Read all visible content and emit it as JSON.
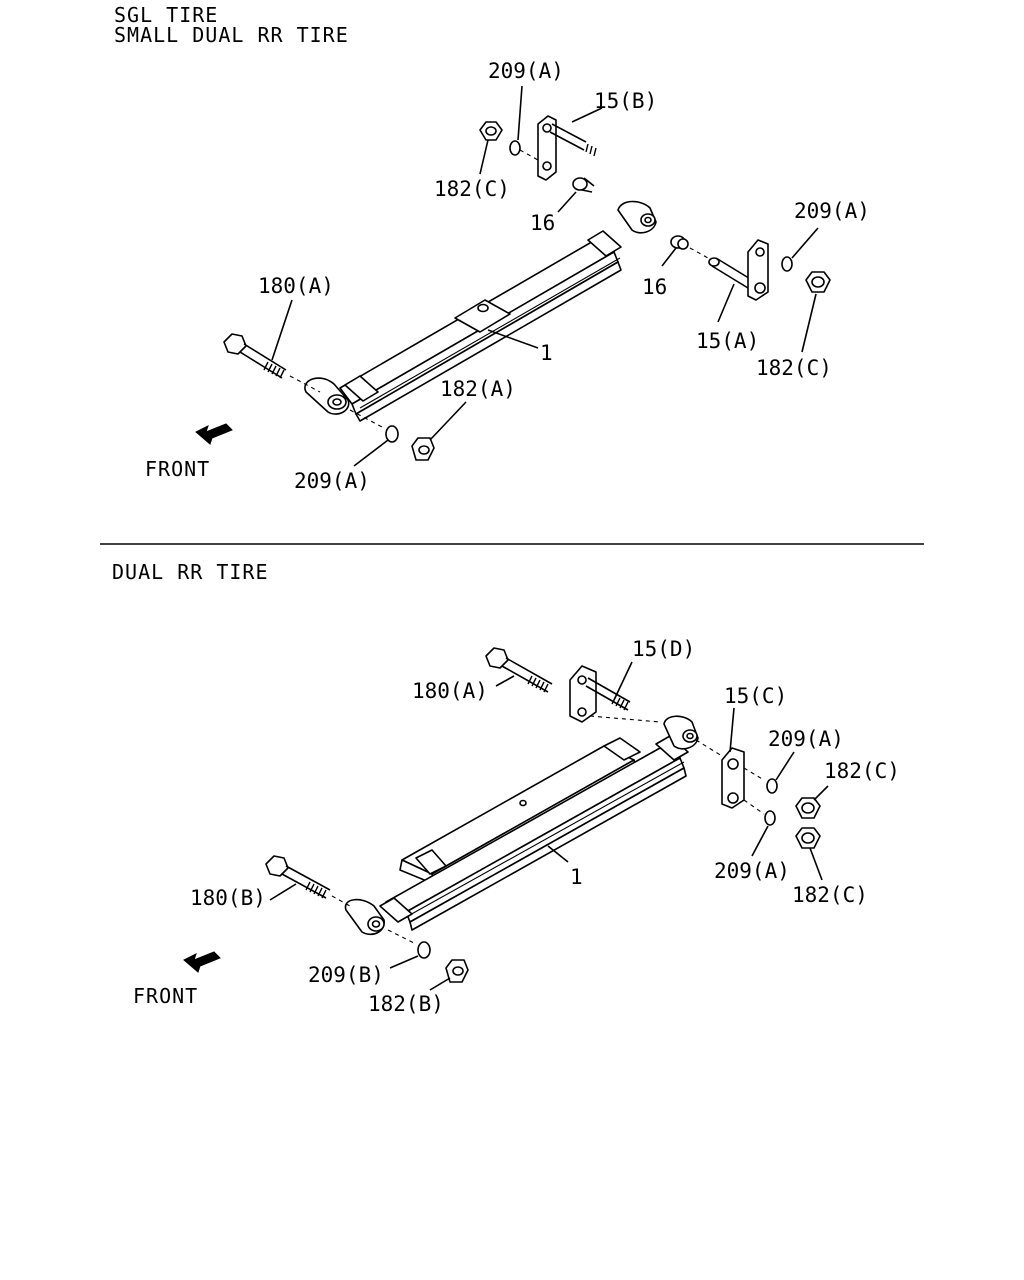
{
  "top_section": {
    "header_line1": "SGL TIRE",
    "header_line2": "SMALL DUAL RR TIRE",
    "front_label": "FRONT",
    "labels": {
      "w209a_top": "209(A)",
      "p15b": "15(B)",
      "n182c_left": "182(C)",
      "p16_upper": "16",
      "w209a_right": "209(A)",
      "p16_lower": "16",
      "b180a": "180(A)",
      "p1": "1",
      "p15a": "15(A)",
      "n182c_right": "182(C)",
      "n182a": "182(A)",
      "w209a_bottom": "209(A)"
    }
  },
  "bottom_section": {
    "header": "DUAL RR TIRE",
    "front_label": "FRONT",
    "labels": {
      "p15d": "15(D)",
      "b180a": "180(A)",
      "p15c": "15(C)",
      "w209a_upper": "209(A)",
      "n182c_upper": "182(C)",
      "p1": "1",
      "w209a_lower": "209(A)",
      "n182c_lower": "182(C)",
      "b180b": "180(B)",
      "w209b": "209(B)",
      "n182b": "182(B)"
    }
  }
}
